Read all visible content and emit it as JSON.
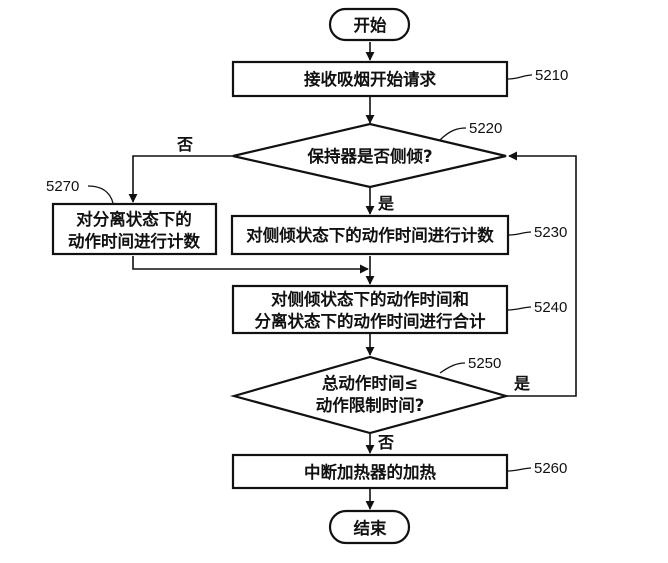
{
  "nodes": {
    "start": {
      "label": "开始"
    },
    "s5210": {
      "label": "接收吸烟开始请求",
      "ref": "5210"
    },
    "s5220": {
      "label": "保持器是否侧倾?",
      "ref": "5220"
    },
    "s5230": {
      "label": "对侧倾状态下的动作时间进行计数",
      "ref": "5230"
    },
    "s5270": {
      "line1": "对分离状态下的",
      "line2": "动作时间进行计数",
      "ref": "5270"
    },
    "s5240": {
      "line1": "对侧倾状态下的动作时间和",
      "line2": "分离状态下的动作时间进行合计",
      "ref": "5240"
    },
    "s5250": {
      "line1": "总动作时间≤",
      "line2": "动作限制时间?",
      "ref": "5250"
    },
    "s5260": {
      "label": "中断加热器的加热",
      "ref": "5260"
    },
    "end": {
      "label": "结束"
    }
  },
  "branches": {
    "d5220_no": "否",
    "d5220_yes": "是",
    "d5250_yes": "是",
    "d5250_no": "否"
  }
}
